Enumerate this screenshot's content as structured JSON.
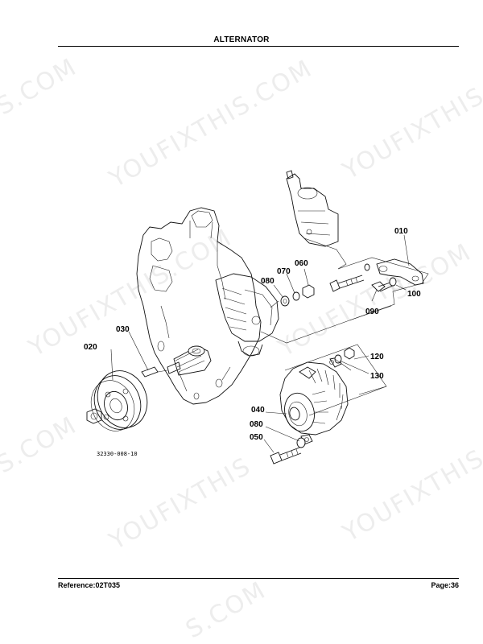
{
  "header": {
    "title": "ALTERNATOR"
  },
  "footer": {
    "reference": "Reference:02T035",
    "page": "Page:36"
  },
  "figure": {
    "code": "32330-008-10"
  },
  "callouts": [
    "010",
    "020",
    "030",
    "040",
    "050",
    "060",
    "070",
    "080",
    "080",
    "090",
    "100",
    "120",
    "130"
  ],
  "watermarks": [
    "S.COM",
    "YOUFIXTHIS.COM",
    "YOUFIXTHIS",
    "YOUFIXTHIS.COM",
    "S.COM",
    "YOUFIXTHIS",
    "YOUFIXTHIS",
    "S.COM",
    "YOUFIXTHIS",
    "S.COM"
  ]
}
